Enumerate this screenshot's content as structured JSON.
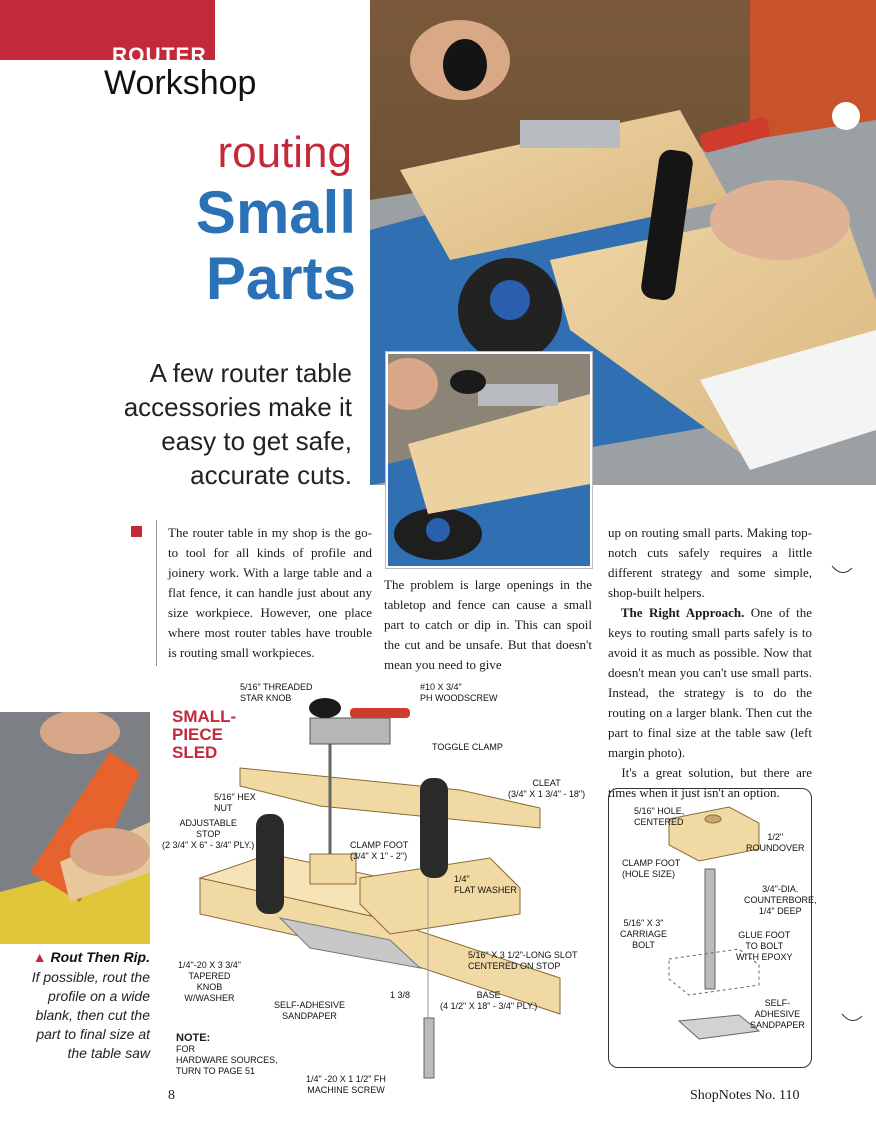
{
  "header": {
    "brand_line1": "ROUTER",
    "brand_line2": "Workshop",
    "title_line1": "routing",
    "title_line2": "Small",
    "title_line3": "Parts",
    "deck": "A few router table accessories make it easy to get safe, accurate cuts."
  },
  "body": {
    "col1": "The router table in my shop is the go-to tool for all kinds of profile and joinery work. With a large table and a flat fence, it can handle just about any size workpiece. However, one place where most router tables have trouble is routing small workpieces.",
    "col2": "The problem is large openings in the tabletop and fence can cause a small part to catch or dip in. This can spoil the cut and be unsafe. But that doesn't mean you need to give",
    "col3_p1": "up on routing small parts. Making top-notch cuts safely requires a little different strategy and some simple, shop-built helpers.",
    "col3_runin": "The Right Approach.",
    "col3_p2": " One of the keys to routing small parts safely is to avoid it as much as possible. Now that doesn't mean you can't use small parts. Instead, the strategy is to do the routing on a larger blank. Then cut the part to final size at the table saw (left margin photo).",
    "col3_p3": "It's a great solution, but there are times when it just isn't an option."
  },
  "caption": {
    "title": "Rout Then Rip.",
    "body": "If possible, rout the profile on a wide blank, then cut the part to final size at the table saw"
  },
  "sled_diagram": {
    "title": "SMALL-\nPIECE\nSLED",
    "labels": {
      "star_knob": "5/16\" THREADED\nSTAR KNOB",
      "woodscrew": "#10 x 3/4\"\nPh WOODSCREW",
      "toggle_clamp": "TOGGLE CLAMP",
      "hex_nut": "5/16\" HEX\nNUT",
      "cleat": "CLEAT\n(3/4\" x 1 3/4\" - 18\")",
      "adjustable_stop": "ADJUSTABLE\nSTOP\n(2 3/4\" x 6\" - 3/4\" Ply.)",
      "clamp_foot": "CLAMP FOOT\n(3/4\" x 1\" - 2\")",
      "flat_washer": "1/4\"\nFLAT WASHER",
      "slot": "5/16\" x 3 1/2\"-LONG SLOT\nCENTERED ON STOP",
      "tapered_knob": "1/4\"-20 x 3 3/4\"\nTAPERED\nKNOB\nw/WASHER",
      "sandpaper": "SELF-ADHESIVE\nSANDPAPER",
      "base": "BASE\n(4 1/2\" x 18\" - 3/4\" Ply.)",
      "dim": "1 3/8",
      "machine_screw": "1/4\" -20 x 1 1/2\" Fh\nMACHINE SCREW"
    },
    "note_label": "NOTE:",
    "note_body": "FOR\nHARDWARE SOURCES,\nTURN TO PAGE 51"
  },
  "foot_diagram": {
    "labels": {
      "hole": "5/16\" HOLE,\nCENTERED",
      "roundover": "1/2\"\nROUNDOVER",
      "clamp_foot": "CLAMP FOOT\n(HOLE SIZE)",
      "counterbore": "3/4\"-DIA.\nCOUNTERBORE,\n1/4\" DEEP",
      "carriage_bolt": "5/16\" x 3\"\nCARRIAGE\nBOLT",
      "glue_foot": "GLUE FOOT\nTO BOLT\nWITH EPOXY",
      "sandpaper": "SELF-\nADHESIVE\nSANDPAPER"
    }
  },
  "footer": {
    "page_number": "8",
    "folio": "ShopNotes No. 110"
  },
  "colors": {
    "accent_red": "#c4293a",
    "title_blue": "#2a72b5"
  }
}
